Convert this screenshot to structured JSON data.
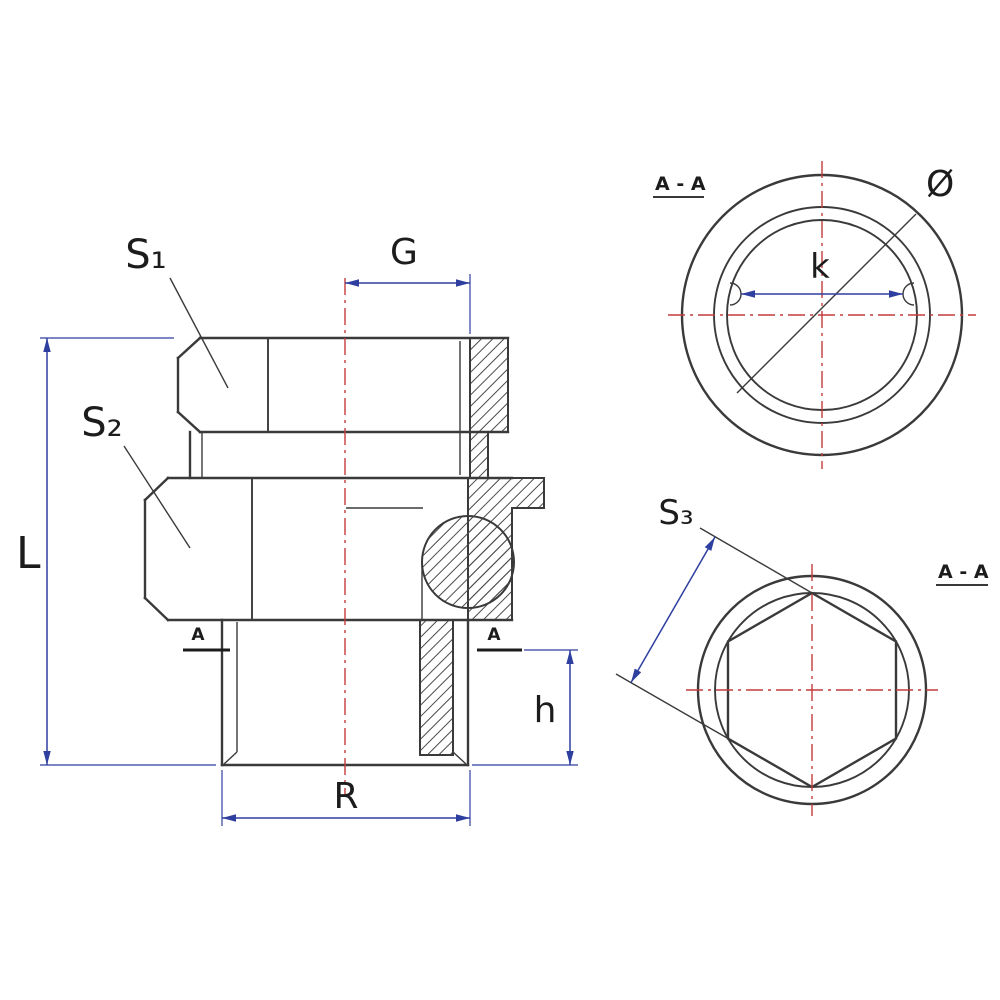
{
  "drawing": {
    "type": "technical-drawing",
    "subject": "pipe union fitting half-section with two A-A section views"
  },
  "colors": {
    "background": "#ffffff",
    "outline": "#3a3a3a",
    "dimension": "#2e3f9f",
    "centerline": "#c43c3c",
    "label": "#1c1c1c",
    "hatch": "#4a4a4a"
  },
  "main_view": {
    "labels": {
      "s1": "S₁",
      "s2": "S₂",
      "g": "G",
      "l": "L",
      "h": "h",
      "r": "R"
    },
    "section_markers": {
      "left": "A",
      "right": "A"
    }
  },
  "section_view_top": {
    "title": "A - A",
    "labels": {
      "diameter": "Ø",
      "k": "k"
    }
  },
  "section_view_bottom": {
    "title": "A - A",
    "labels": {
      "s3": "S₃"
    }
  }
}
